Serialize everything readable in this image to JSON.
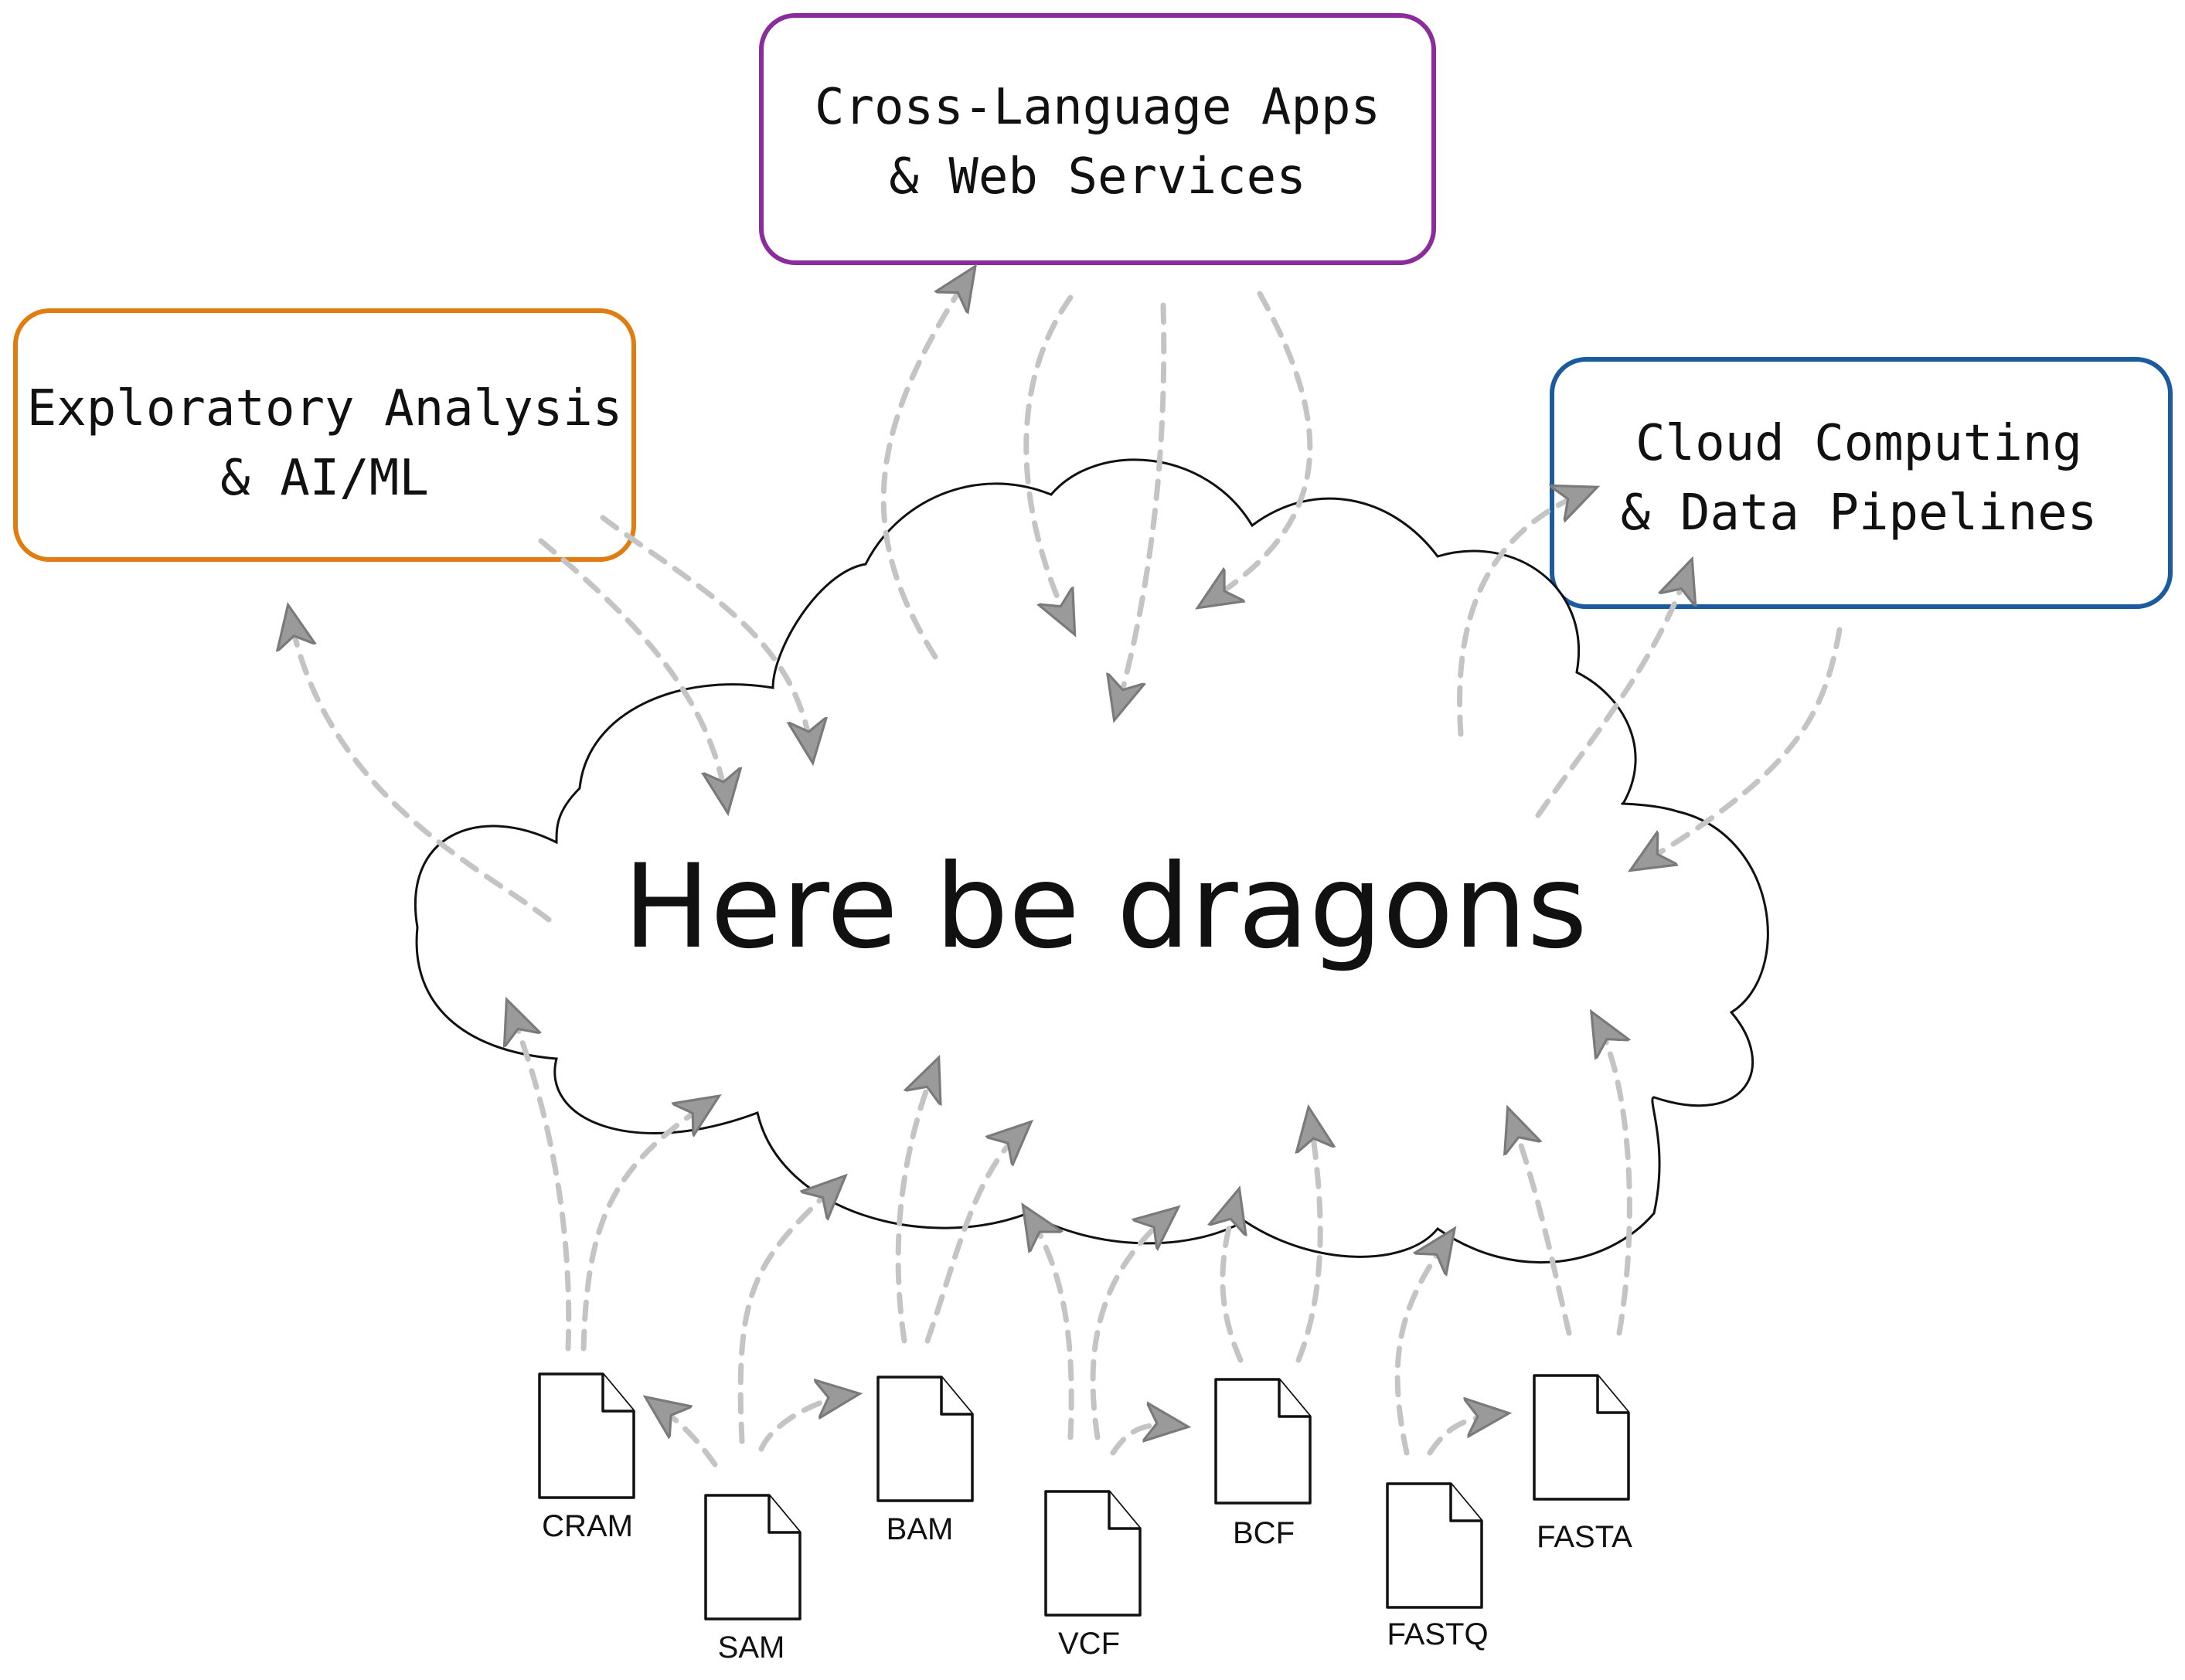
{
  "boxes": [
    {
      "id": "exploratory",
      "line1": "Exploratory Analysis",
      "line2": "& AI/ML",
      "color": "#e07d10"
    },
    {
      "id": "cross-language",
      "line1": "Cross-Language Apps",
      "line2": "& Web Services",
      "color": "#8b2c9c"
    },
    {
      "id": "cloud-computing",
      "line1": "Cloud Computing",
      "line2": "& Data Pipelines",
      "color": "#1a5a9e"
    }
  ],
  "cloud": {
    "label": "Here be dragons"
  },
  "files": [
    {
      "id": "cram",
      "label": "CRAM"
    },
    {
      "id": "sam",
      "label": "SAM"
    },
    {
      "id": "bam",
      "label": "BAM"
    },
    {
      "id": "vcf",
      "label": "VCF"
    },
    {
      "id": "bcf",
      "label": "BCF"
    },
    {
      "id": "fastq",
      "label": "FASTQ"
    },
    {
      "id": "fasta",
      "label": "FASTA"
    }
  ],
  "colors": {
    "arrow": "#c4c4c4",
    "arrowhead": "#9a9a9a",
    "stroke": "#111111"
  }
}
